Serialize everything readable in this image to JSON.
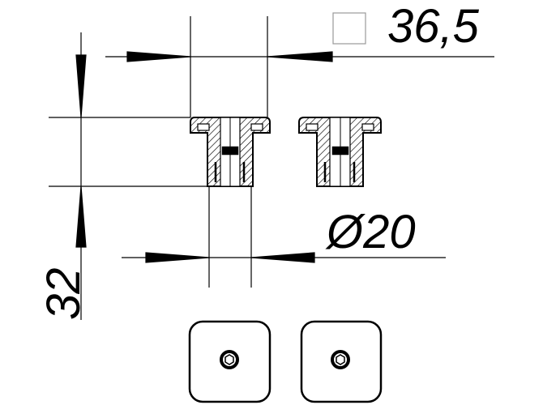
{
  "dimensions": {
    "square_size": "36,5",
    "diameter": "Ø20",
    "height": "32"
  },
  "colors": {
    "line": "#000000",
    "background": "#ffffff"
  }
}
